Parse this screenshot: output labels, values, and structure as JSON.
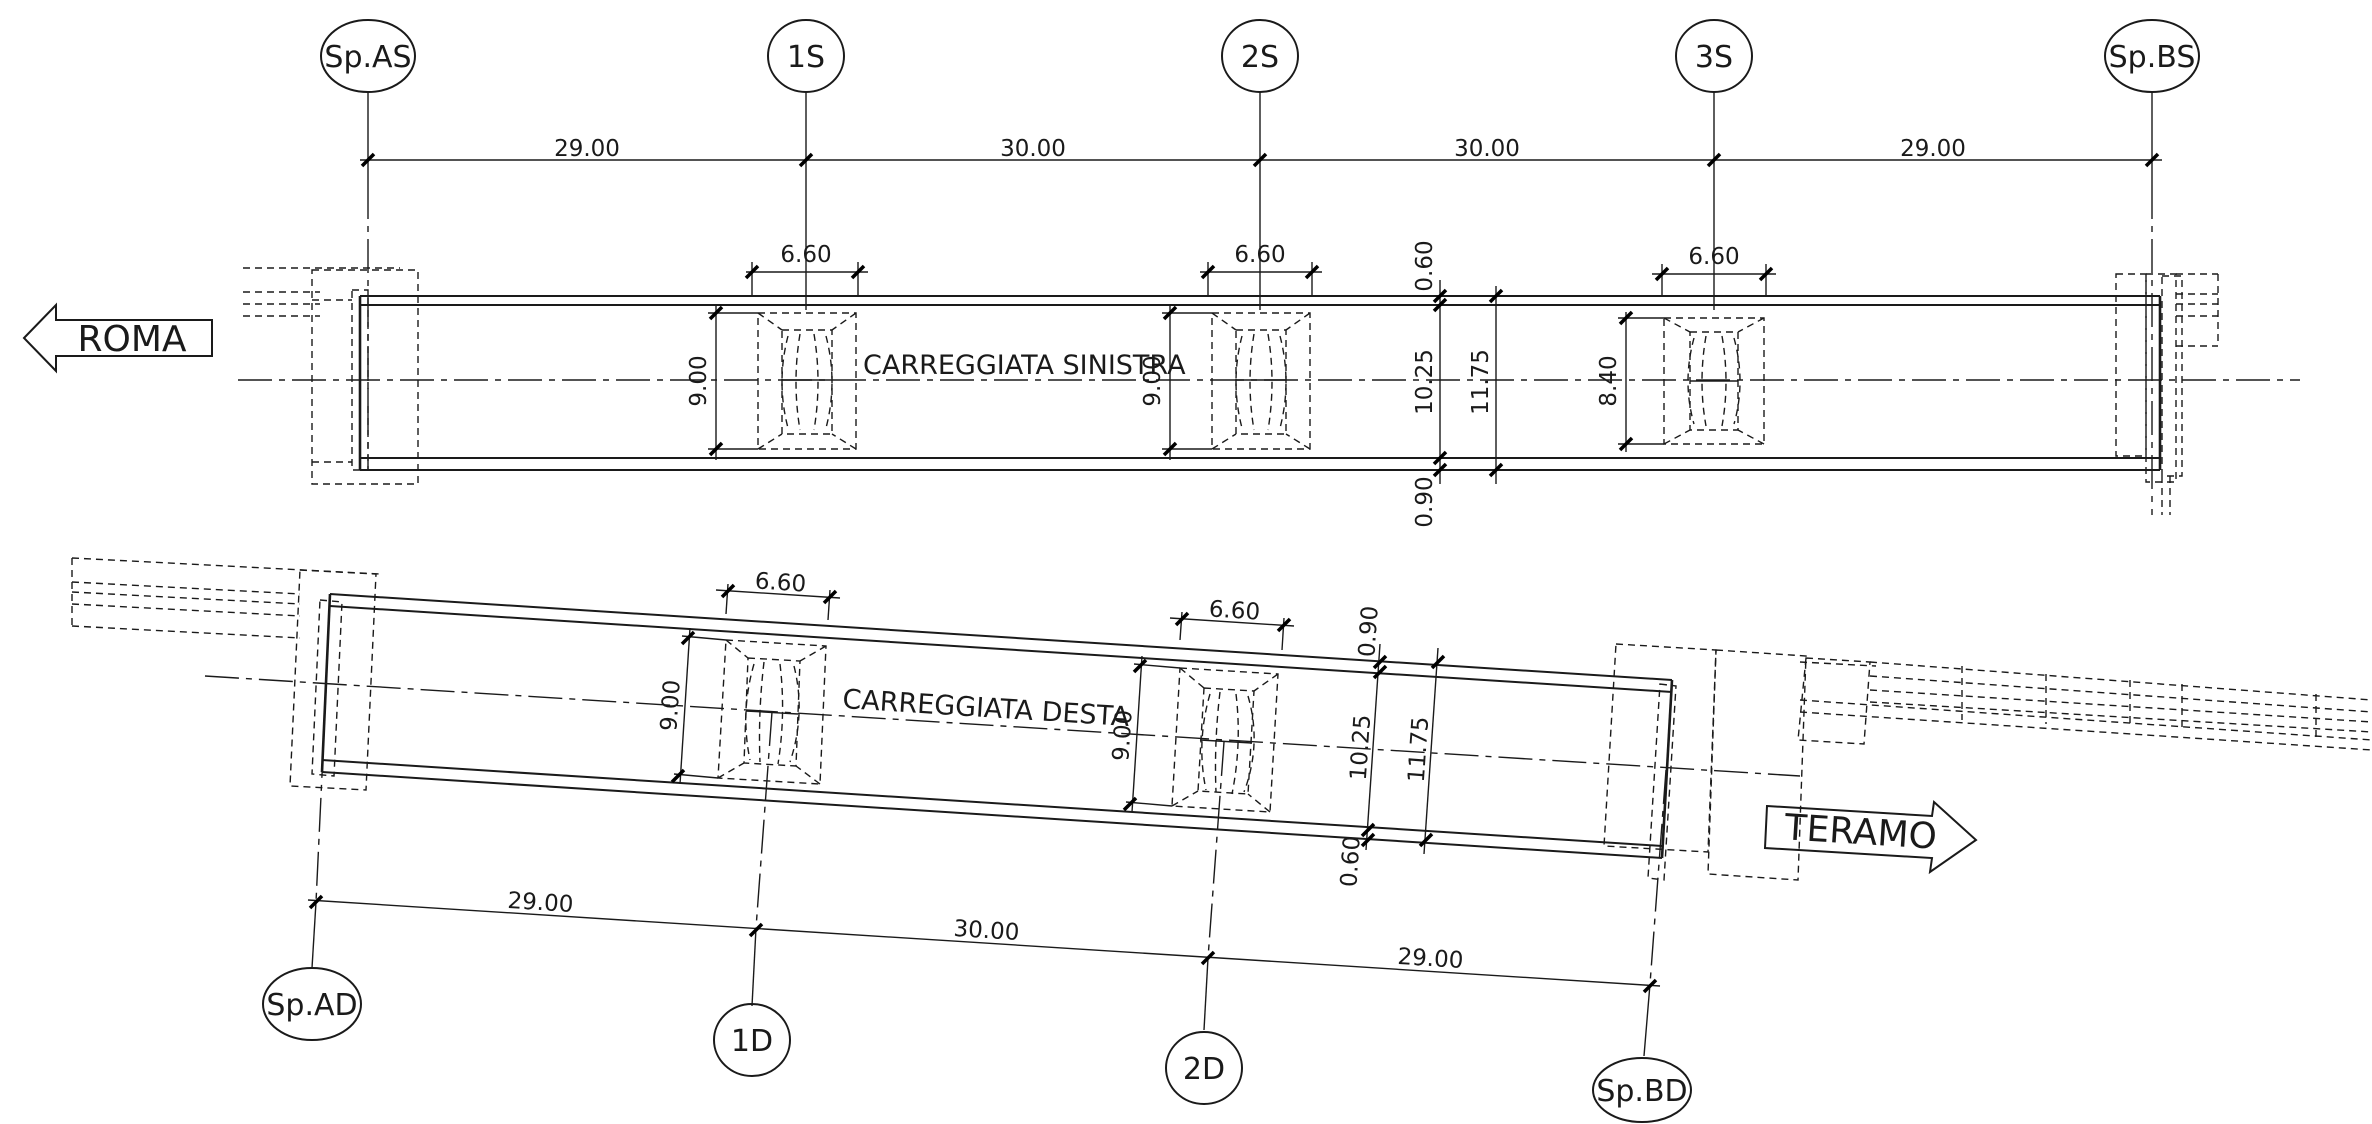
{
  "directions": {
    "left": "ROMA",
    "right": "TERAMO"
  },
  "top_deck": {
    "label": "CARREGGIATA SINISTRA",
    "axes": [
      "Sp.AS",
      "1S",
      "2S",
      "3S",
      "Sp.BS"
    ],
    "spans": [
      "29.00",
      "30.00",
      "30.00",
      "29.00"
    ],
    "pier_widths": [
      "6.60",
      "6.60",
      "6.60"
    ],
    "pier_heights": [
      "9.00",
      "9.00",
      "8.40"
    ],
    "edge_top": "0.60",
    "edge_bottom": "0.90",
    "inner_width": "10.25",
    "outer_width": "11.75"
  },
  "bottom_deck": {
    "label": "CARREGGIATA DESTA",
    "axes": [
      "Sp.AD",
      "1D",
      "2D",
      "Sp.BD"
    ],
    "spans": [
      "29.00",
      "30.00",
      "29.00"
    ],
    "pier_widths": [
      "6.60",
      "6.60"
    ],
    "pier_heights": [
      "9.00",
      "9.00"
    ],
    "edge_top": "0.90",
    "edge_bottom": "0.60",
    "inner_width": "10.25",
    "outer_width": "11.75"
  }
}
